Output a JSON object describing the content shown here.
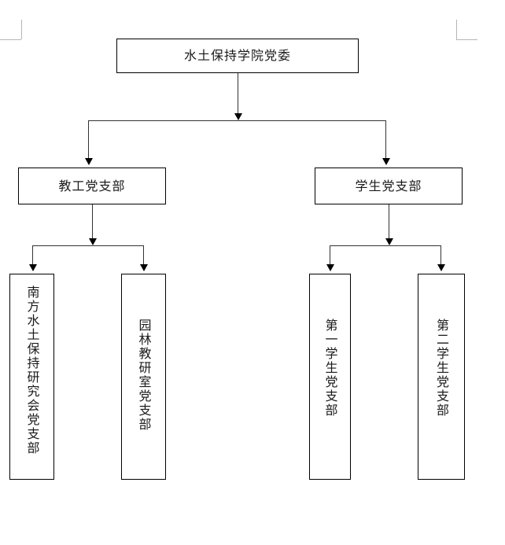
{
  "chart_data": {
    "type": "diagram",
    "title": "",
    "diagram_kind": "organization-chart",
    "orientation": "top-down",
    "levels": 3,
    "nodes": [
      {
        "id": "root",
        "label": "水土保持学院党委",
        "level": 1,
        "text_direction": "horizontal"
      },
      {
        "id": "faculty",
        "label": "教工党支部",
        "level": 2,
        "text_direction": "horizontal"
      },
      {
        "id": "student",
        "label": "学生党支部",
        "level": 2,
        "text_direction": "horizontal"
      },
      {
        "id": "south-soil",
        "label": "南方水土保持研究会党支部",
        "level": 3,
        "text_direction": "vertical"
      },
      {
        "id": "garden",
        "label": "园林教研室党支部",
        "level": 3,
        "text_direction": "vertical"
      },
      {
        "id": "student-1",
        "label": "第一学生党支部",
        "level": 3,
        "text_direction": "vertical"
      },
      {
        "id": "student-2",
        "label": "第二学生党支部",
        "level": 3,
        "text_direction": "vertical"
      }
    ],
    "edges": [
      {
        "from": "root",
        "to": "faculty",
        "style": "arrow"
      },
      {
        "from": "root",
        "to": "student",
        "style": "arrow"
      },
      {
        "from": "faculty",
        "to": "south-soil",
        "style": "arrow"
      },
      {
        "from": "faculty",
        "to": "garden",
        "style": "arrow"
      },
      {
        "from": "student",
        "to": "student-1",
        "style": "arrow"
      },
      {
        "from": "student",
        "to": "student-2",
        "style": "arrow"
      }
    ],
    "colors": {
      "background": "#ffffff",
      "box_border": "#000000",
      "text": "#1a1a1a",
      "connector": "#333333",
      "crop_mark": "#b5b5b5"
    }
  },
  "diagram": {
    "root": {
      "label": "水土保持学院党委"
    },
    "level2": {
      "faculty": {
        "label": "教工党支部"
      },
      "student": {
        "label": "学生党支部"
      }
    },
    "level3": {
      "south_soil": {
        "label": "南方水土保持研究会党支部"
      },
      "garden": {
        "label": "园林教研室党支部"
      },
      "student_1": {
        "label": "第一学生党支部"
      },
      "student_2": {
        "label": "第二学生党支部"
      }
    }
  }
}
